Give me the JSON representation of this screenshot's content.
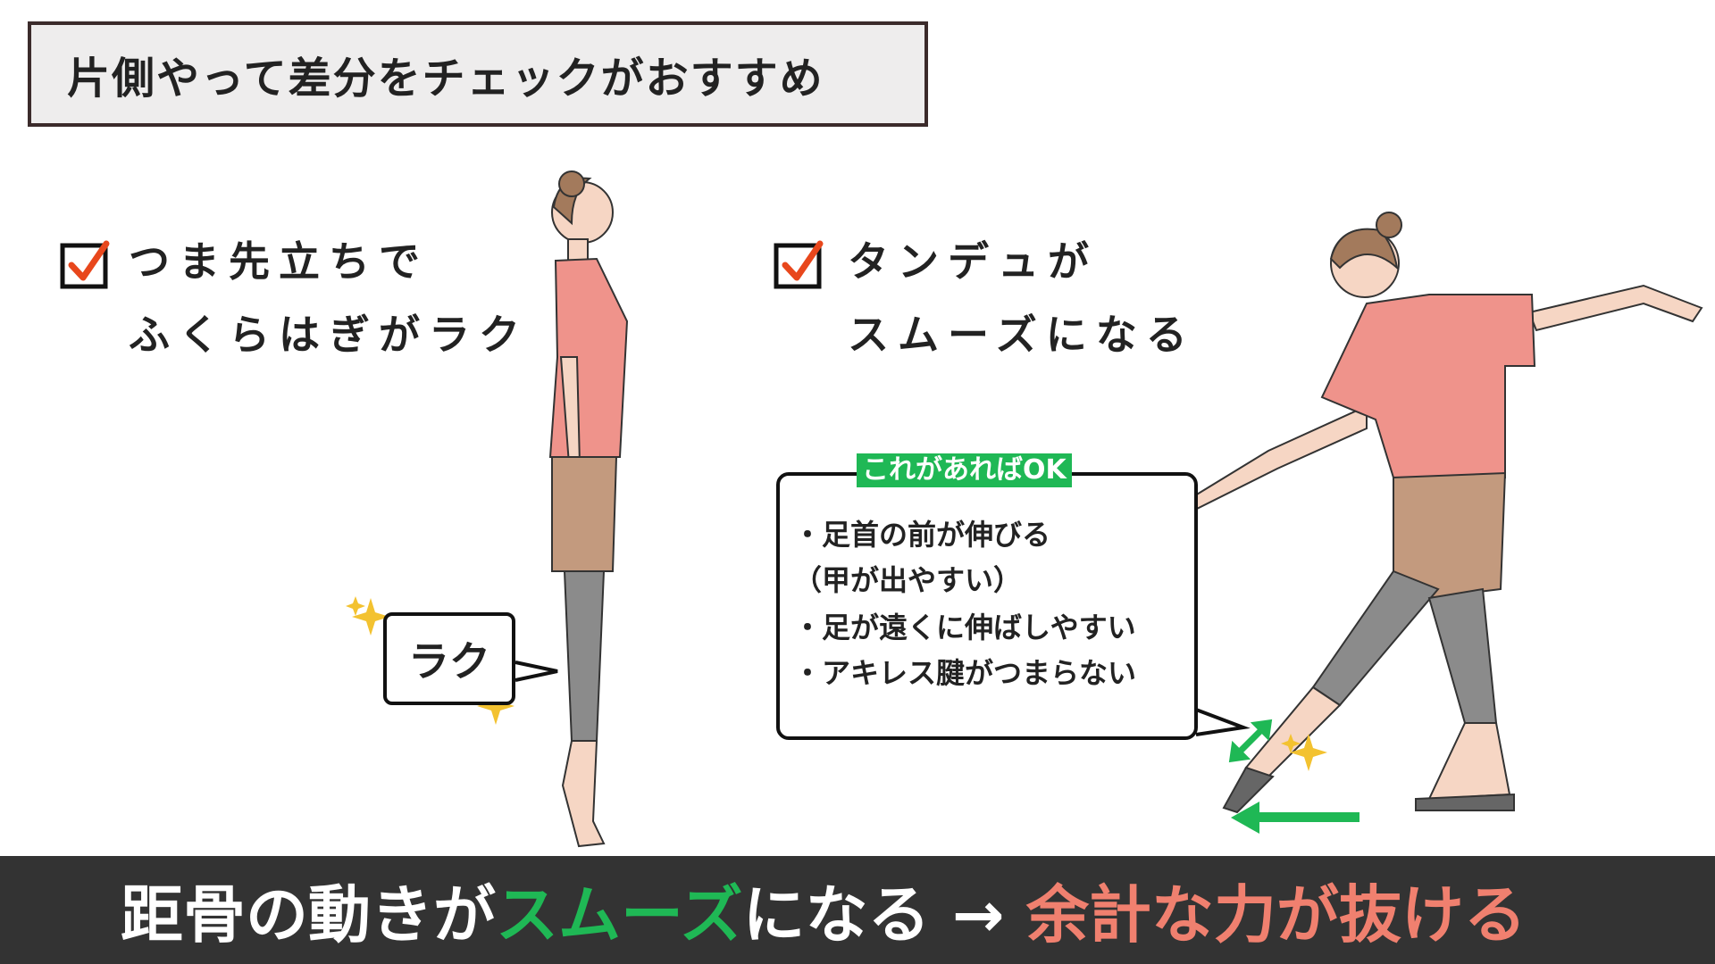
{
  "title": "片側やって差分をチェックがおすすめ",
  "points": [
    {
      "line1": "つま先立ちで",
      "line2": "ふくらはぎがラク"
    },
    {
      "line1": "タンデュが",
      "line2": "スムーズになる"
    }
  ],
  "left_bubble": "ラク",
  "right_bubble": {
    "label": "これがあればOK",
    "lines": [
      "・足首の前が伸びる",
      "（甲が出やすい）",
      "・足が遠くに伸ばしやすい",
      "・アキレス腱がつまらない"
    ]
  },
  "bottom": {
    "part1": "距骨の動きが",
    "part2": "スムーズ",
    "part3": "になる → ",
    "part4": "余計な力が抜ける"
  },
  "colors": {
    "green": "#1fb855",
    "salmon": "#f0806f",
    "check": "#e8471c",
    "bar": "#333333"
  }
}
